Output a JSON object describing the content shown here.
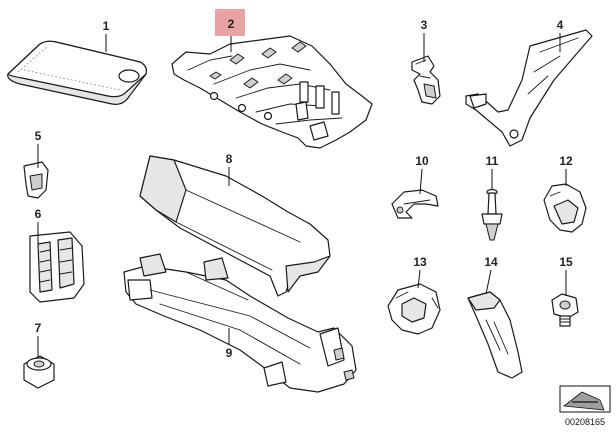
{
  "callouts": [
    {
      "id": "1",
      "label": "1"
    },
    {
      "id": "2",
      "label": "2",
      "highlighted": true
    },
    {
      "id": "3",
      "label": "3"
    },
    {
      "id": "4",
      "label": "4"
    },
    {
      "id": "5",
      "label": "5"
    },
    {
      "id": "6",
      "label": "6"
    },
    {
      "id": "7",
      "label": "7"
    },
    {
      "id": "8",
      "label": "8"
    },
    {
      "id": "9",
      "label": "9"
    },
    {
      "id": "10",
      "label": "10"
    },
    {
      "id": "11",
      "label": "11"
    },
    {
      "id": "12",
      "label": "12"
    },
    {
      "id": "13",
      "label": "13"
    },
    {
      "id": "14",
      "label": "14"
    },
    {
      "id": "15",
      "label": "15"
    }
  ],
  "highlight_color": "#e7a3a3",
  "diagram_ref": "00208165"
}
